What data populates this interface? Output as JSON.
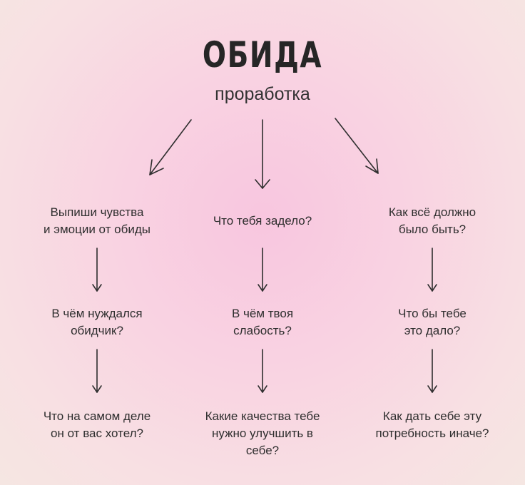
{
  "header": {
    "title": "ОБИДА",
    "subtitle": "проработка"
  },
  "columns": [
    {
      "steps": [
        "Выпиши чувства\nи эмоции от обиды",
        "В чём нуждался\nобидчик?",
        "Что на самом деле\nон от вас хотел?"
      ]
    },
    {
      "steps": [
        "Что тебя задело?",
        "В чём твоя\nслабость?",
        "Какие качества тебе\nнужно улучшить в\nсебе?"
      ]
    },
    {
      "steps": [
        "Как всё должно\nбыло быть?",
        "Что бы тебе\nэто дало?",
        "Как дать себе эту\nпотребность иначе?"
      ]
    }
  ]
}
